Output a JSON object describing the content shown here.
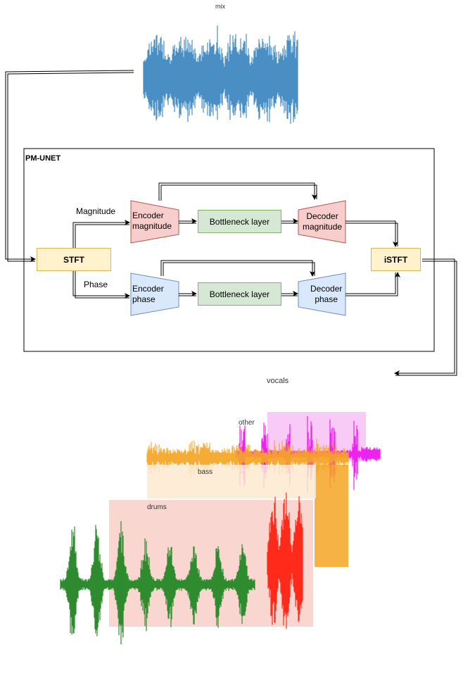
{
  "mix_label": "mix",
  "pmunet": {
    "title": "PM-UNET",
    "magnitude_label": "Magnitude",
    "phase_label": "Phase",
    "stft": "STFT",
    "istft": "iSTFT",
    "encoder_magnitude": "Encoder\nmagnitude",
    "encoder_phase": "Encoder\nphase",
    "bottleneck_top": "Bottleneck layer",
    "bottleneck_bottom": "Bottleneck layer",
    "decoder_magnitude": "Decoder\nmagnitude",
    "decoder_phase": "Decoder\nphase"
  },
  "stems": {
    "vocals": "vocals",
    "other": "other",
    "bass": "bass",
    "drums": "drums"
  },
  "colors": {
    "mix_wave": "#4a8fc4",
    "vocals_wave": "#ee22ee",
    "vocals_light": "#f7c4f5",
    "other_wave": "#f5a623",
    "bass_wave": "#ff2a1a",
    "bass_light": "#f8cfc8",
    "drums_wave": "#2e8b2e",
    "magnitude_fill": "#f8cecc",
    "magnitude_stroke": "#b85450",
    "phase_fill": "#dae8fc",
    "phase_stroke": "#6c8ebf",
    "stft_fill": "#fff2cc",
    "bottleneck_fill": "#d5e8d4"
  }
}
